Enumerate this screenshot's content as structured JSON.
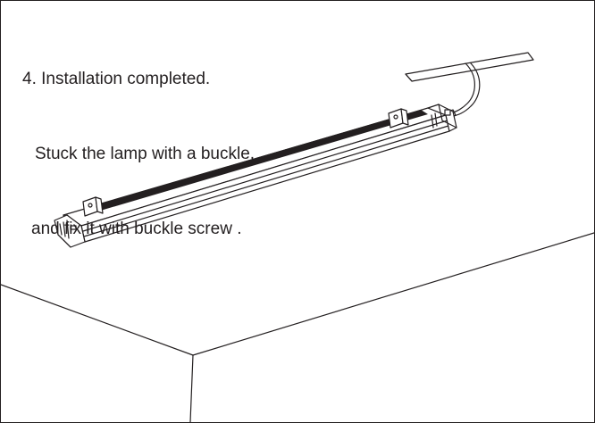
{
  "instruction": {
    "step_line": "4. Installation completed.",
    "line_2": "Stuck the lamp with a buckle,",
    "line_3": "and fix it with buckle screw ."
  },
  "colors": {
    "stroke": "#231f20",
    "background": "#ffffff"
  },
  "icons": [
    "ceiling-junction-box-icon",
    "led-tube-lamp-icon",
    "buckle-clip-icon",
    "power-cable-icon"
  ]
}
